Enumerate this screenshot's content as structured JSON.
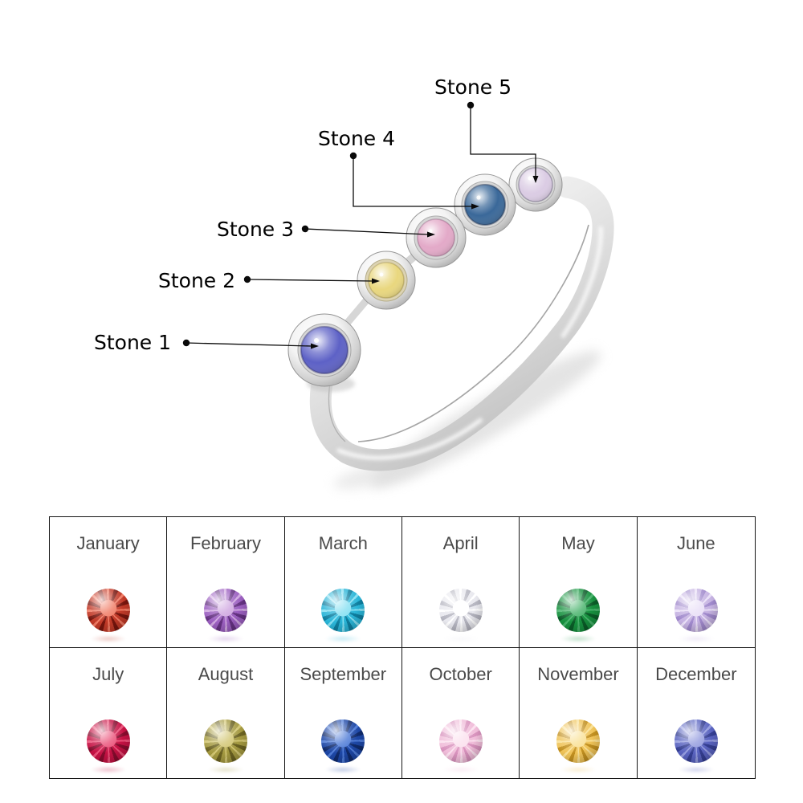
{
  "ring_diagram": {
    "metal_color": "#e4e4e4",
    "stones": [
      {
        "label": "Stone 1",
        "color": "#5d61c6"
      },
      {
        "label": "Stone 2",
        "color": "#e9d77e"
      },
      {
        "label": "Stone 3",
        "color": "#e3a9c8"
      },
      {
        "label": "Stone 4",
        "color": "#3a6899"
      },
      {
        "label": "Stone 5",
        "color": "#dbcce4"
      }
    ]
  },
  "birthstone_table": {
    "months": [
      {
        "name": "January",
        "gem": {
          "light": "#f07a63",
          "mid": "#c23a28",
          "dark": "#77150d"
        }
      },
      {
        "name": "February",
        "gem": {
          "light": "#cfa6e0",
          "mid": "#9b5fc0",
          "dark": "#643181"
        }
      },
      {
        "name": "March",
        "gem": {
          "light": "#86e0f2",
          "mid": "#2ab5d8",
          "dark": "#0e7fa0"
        }
      },
      {
        "name": "April",
        "gem": {
          "light": "#ffffff",
          "mid": "#e8e8ee",
          "dark": "#b5b5c0"
        }
      },
      {
        "name": "May",
        "gem": {
          "light": "#46b26a",
          "mid": "#17913f",
          "dark": "#0a5c28"
        }
      },
      {
        "name": "June",
        "gem": {
          "light": "#e9dff7",
          "mid": "#c5b2e2",
          "dark": "#a089cc"
        }
      },
      {
        "name": "July",
        "gem": {
          "light": "#ea5078",
          "mid": "#c51244",
          "dark": "#870b2d"
        }
      },
      {
        "name": "August",
        "gem": {
          "light": "#d2c673",
          "mid": "#a59a41",
          "dark": "#6b6221"
        }
      },
      {
        "name": "September",
        "gem": {
          "light": "#4d7ad6",
          "mid": "#1d47a6",
          "dark": "#0f2a6b"
        }
      },
      {
        "name": "October",
        "gem": {
          "light": "#fbe0ee",
          "mid": "#f0bcd9",
          "dark": "#d892bd"
        }
      },
      {
        "name": "November",
        "gem": {
          "light": "#f9e094",
          "mid": "#efc358",
          "dark": "#c29020"
        }
      },
      {
        "name": "December",
        "gem": {
          "light": "#939bde",
          "mid": "#5963c0",
          "dark": "#343e92"
        }
      }
    ]
  }
}
